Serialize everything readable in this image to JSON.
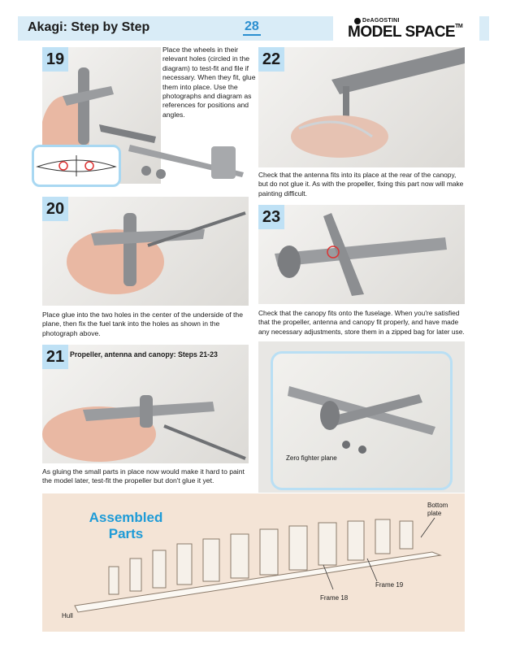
{
  "header": {
    "title": "Akagi: Step by Step",
    "page_number": "28",
    "logo_brand": "DeAGOSTINI",
    "logo_name": "MODEL SPACE",
    "logo_tm": "TM"
  },
  "steps": {
    "s19": {
      "number": "19",
      "text": "Place the wheels in their relevant holes (circled in the diagram) to test-fit and file if necessary. When they fit, glue them into place. Use the photographs and diagram as references for positions and angles."
    },
    "s20": {
      "number": "20",
      "text": "Place glue into the two holes in the center of the underside of the plane, then fix the fuel tank into the holes as shown in the photograph above."
    },
    "s21": {
      "number": "21",
      "title": "Propeller, antenna and canopy: Steps 21-23",
      "text": "As gluing the small parts in place now would make it hard to paint the model later, test-fit the propeller but don't glue it yet."
    },
    "s22": {
      "number": "22",
      "text": "Check that the antenna fits into its place at the rear of the canopy, but do not glue it. As with the propeller, fixing this part now will make painting difficult."
    },
    "s23": {
      "number": "23",
      "text": "Check that the canopy fits onto the fuselage. When you're satisfied that the propeller, antenna and canopy fit properly, and have made any necessary adjustments, store them in a zipped bag for later use."
    }
  },
  "zero": {
    "label": "Zero fighter plane"
  },
  "assembled": {
    "title": "Assembled Parts",
    "labels": {
      "bottom_plate": "Bottom plate",
      "frame19": "Frame 19",
      "frame18": "Frame 18",
      "hull": "Hull"
    }
  },
  "colors": {
    "accent": "#1e9bd7",
    "step_bg": "#bfe1f5",
    "header_bg": "#d9ecf7",
    "assembled_bg": "#f4e4d6"
  }
}
